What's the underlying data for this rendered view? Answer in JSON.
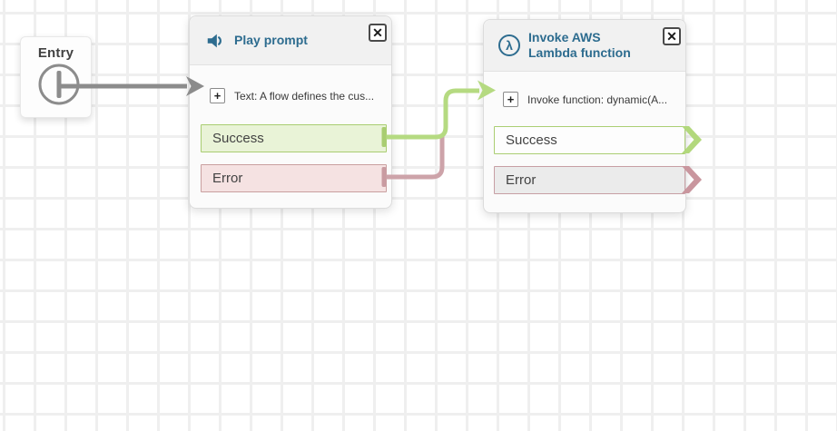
{
  "ui": {
    "close_glyph": "✕",
    "plus_glyph": "+",
    "lambda_glyph": "λ"
  },
  "entry": {
    "label": "Entry"
  },
  "blocks": [
    {
      "title": "Play prompt",
      "icon": "speaker-icon",
      "param_text": "Text: A flow defines the cus...",
      "branches": [
        {
          "label": "Success",
          "state": "connected"
        },
        {
          "label": "Error",
          "state": "connected"
        }
      ]
    },
    {
      "title": "Invoke AWS Lambda function",
      "icon": "lambda-icon",
      "param_text": "Invoke function: dynamic(A...",
      "branches": [
        {
          "label": "Success",
          "state": "unconnected"
        },
        {
          "label": "Error",
          "state": "unconnected"
        }
      ]
    }
  ],
  "colors": {
    "accent_blue": "#2d6c8f",
    "connector_gray": "#8c8c8c",
    "connector_green": "#b5da81",
    "connector_pink": "#cda3a9",
    "endpoint_green": "#a9cd71",
    "endpoint_pink": "#c99ba1",
    "success_fill": "#e9f3d7",
    "success_border": "#a9cd71",
    "error_fill": "#f5e2e2",
    "error_border": "#c99f9f",
    "chevron_green": "#b2d87c",
    "chevron_pink": "#c9969e"
  }
}
